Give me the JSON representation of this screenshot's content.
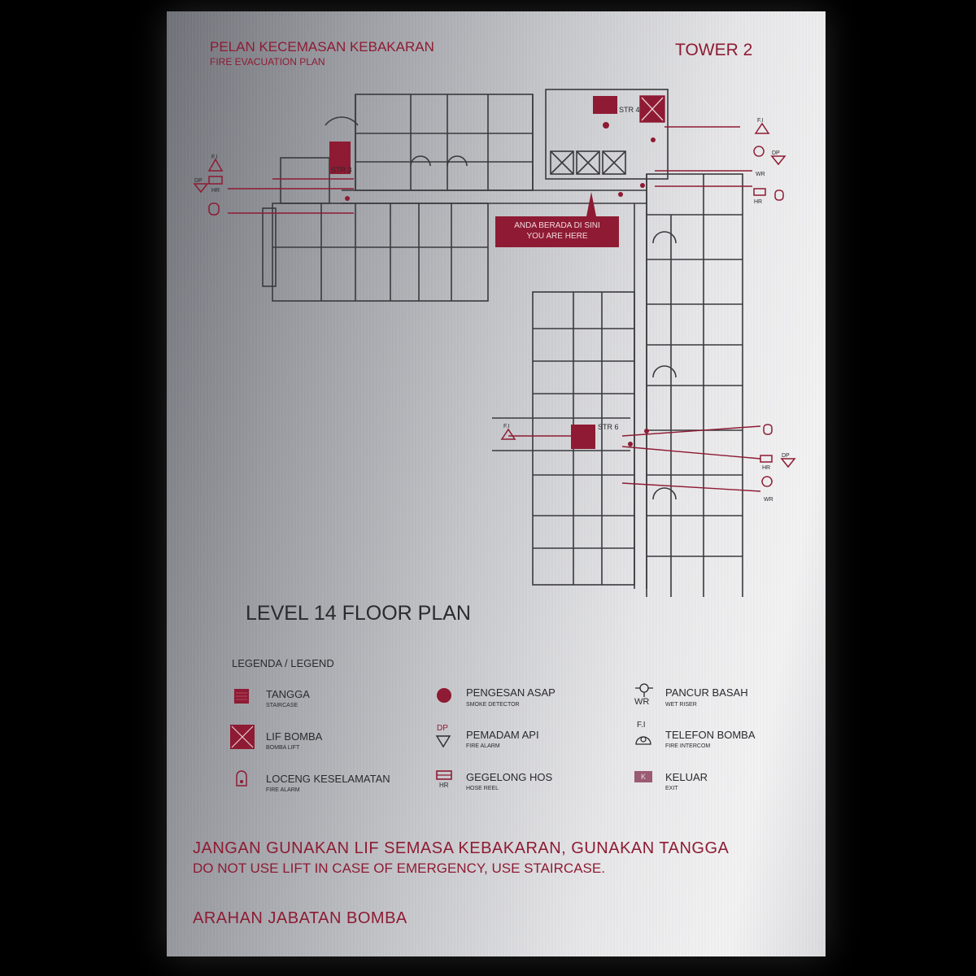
{
  "header": {
    "title_ms": "PELAN KECEMASAN KEBAKARAN",
    "title_en": "FIRE EVACUATION PLAN",
    "building": "TOWER 2"
  },
  "plan": {
    "title": "LEVEL 14 FLOOR PLAN",
    "stairs": [
      "STR 3",
      "STR 4",
      "STR 6"
    ],
    "you_are_here_ms": "ANDA BERADA DI SINI",
    "you_are_here_en": "YOU ARE HERE",
    "markers": {
      "fi": "F.I",
      "dp": "DP",
      "hr": "HR",
      "wr": "WR"
    }
  },
  "legend": {
    "title": "LEGENDA / LEGEND",
    "items": [
      {
        "label": "TANGGA",
        "sub": "STAIRCASE",
        "icon": "staircase-icon"
      },
      {
        "label": "LIF BOMBA",
        "sub": "BOMBA LIFT",
        "icon": "bomba-lift-icon"
      },
      {
        "label": "LOCENG KESELAMATAN",
        "sub": "FIRE ALARM",
        "icon": "fire-alarm-bell-icon"
      },
      {
        "label": "PENGESAN ASAP",
        "sub": "SMOKE DETECTOR",
        "icon": "smoke-detector-icon"
      },
      {
        "label": "PEMADAM API",
        "sub": "FIRE ALARM",
        "icon": "fire-extinguisher-icon",
        "code": "DP"
      },
      {
        "label": "GEGELONG HOS",
        "sub": "HOSE REEL",
        "icon": "hose-reel-icon",
        "code": "HR"
      },
      {
        "label": "PANCUR BASAH",
        "sub": "WET RISER",
        "icon": "wet-riser-icon",
        "code": "WR"
      },
      {
        "label": "TELEFON BOMBA",
        "sub": "FIRE INTERCOM",
        "icon": "fire-intercom-icon",
        "code": "F.I"
      },
      {
        "label": "KELUAR",
        "sub": "EXIT",
        "icon": "exit-icon",
        "code": "K"
      }
    ]
  },
  "notice": {
    "warning_ms": "JANGAN GUNAKAN LIF SEMASA KEBAKARAN, GUNAKAN TANGGA",
    "warning_en": "DO NOT USE LIFT IN CASE OF EMERGENCY, USE STAIRCASE.",
    "authority": "ARAHAN JABATAN BOMBA"
  },
  "colors": {
    "accent": "#8e1b33",
    "ink": "#2a2a2e",
    "plate_light": "#f4f4f5",
    "plate_dark": "#6f7178"
  }
}
